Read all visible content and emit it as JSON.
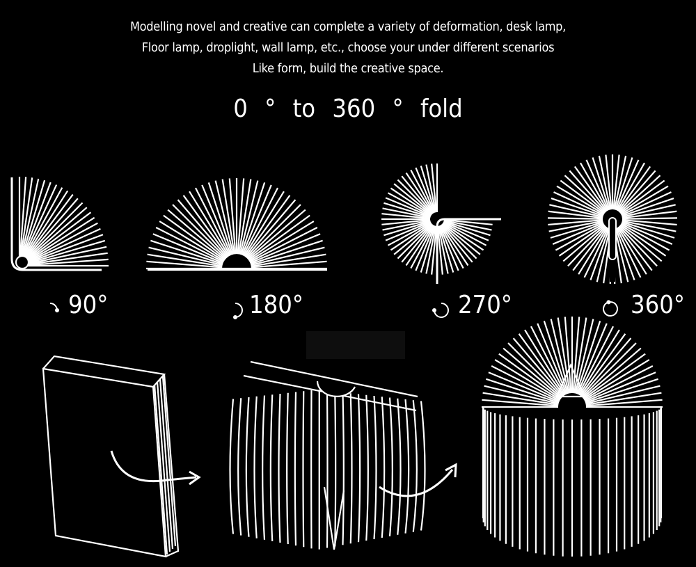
{
  "intro": {
    "line1": "Modelling novel and creative can complete a variety of deformation, desk lamp,",
    "line2": "Floor lamp, droplight, wall lamp, etc., choose your under different scenarios",
    "line3": "Like form, build the creative space."
  },
  "headline": "0 °  to 360 °  fold",
  "fold_modes": [
    {
      "label": "90°",
      "degrees": 90
    },
    {
      "label": "180°",
      "degrees": 180
    },
    {
      "label": "270°",
      "degrees": 270
    },
    {
      "label": "360°",
      "degrees": 360
    }
  ],
  "colors": {
    "background": "#000000",
    "foreground": "#ffffff"
  }
}
